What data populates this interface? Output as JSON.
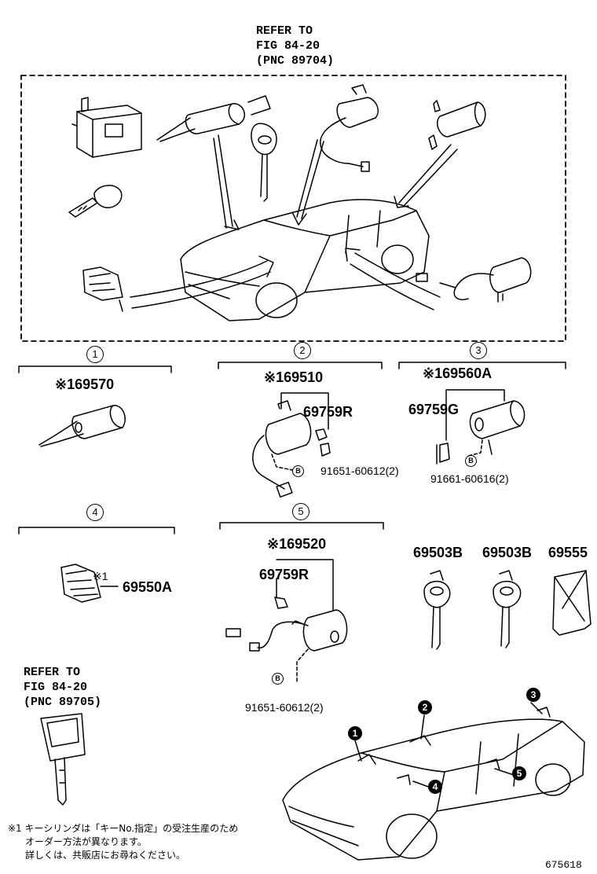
{
  "top_ref": {
    "line1": "REFER TO",
    "line2": "FIG 84-20",
    "line3": "(PNC 89704)"
  },
  "left_ref": {
    "line1": "REFER TO",
    "line2": "FIG 84-20",
    "line3": "(PNC 89705)"
  },
  "groups": [
    {
      "num": "1",
      "part": "※169570"
    },
    {
      "num": "2",
      "part": "※169510",
      "sub_part": "69759R",
      "bolt": "91651-60612(2)"
    },
    {
      "num": "3",
      "part": "※169560A",
      "sub_part": "69759G",
      "bolt": "91661-60616(2)"
    },
    {
      "num": "4",
      "mark": "※1",
      "part": "69550A"
    },
    {
      "num": "5",
      "part": "※169520",
      "sub_part": "69759R",
      "bolt": "91651-60612(2)"
    }
  ],
  "bolt_mark": "B",
  "keys": [
    "69503B",
    "69503B",
    "69555"
  ],
  "car_callouts": [
    "1",
    "2",
    "3",
    "4",
    "5"
  ],
  "note": {
    "line1": "※1 キーシリンダは「キーNo.指定」の受注生産のため",
    "line2": "オーダー方法が異なります。",
    "line3": "詳しくは、共販店にお尋ねください。"
  },
  "figure_code": "675618"
}
